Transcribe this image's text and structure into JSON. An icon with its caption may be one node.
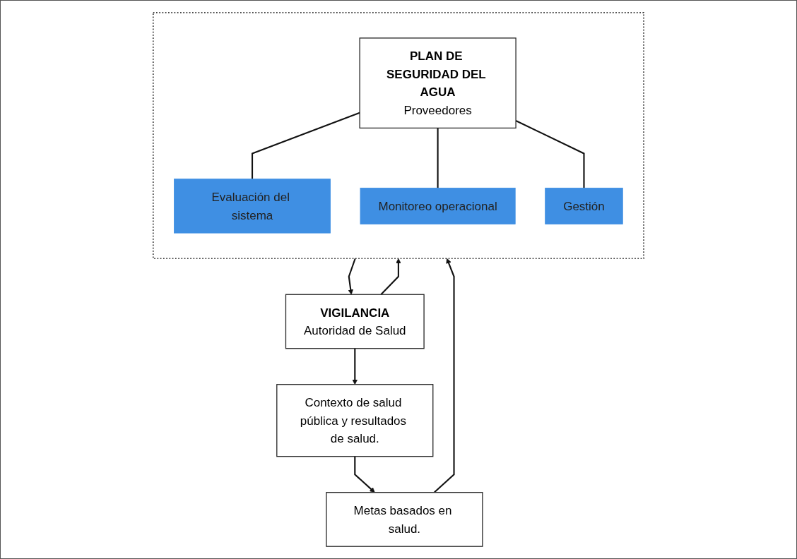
{
  "diagram": {
    "nodes": [
      {
        "text": [
          "Metas basados en salud."
        ]
      },
      {
        "text": [
          "Contexto de salud pública y resultados de salud."
        ]
      },
      {
        "text": [],
        "shape": "box"
      },
      {
        "text": [
          "PLAN DE SEGURIDAD DEL AGUA",
          "Proveedores"
        ],
        "in": 2
      },
      {
        "text": [
          "Evaluación del sistema"
        ],
        "in": 2
      },
      {
        "text": [
          "Monitoreo operacional"
        ],
        "in": 2
      },
      {
        "text": [
          "Gestión"
        ],
        "in": 2
      },
      {
        "text": [
          "VIGILANCIA",
          "Autoridad de Salud"
        ]
      }
    ],
    "edges": [
      {
        "from": 1,
        "to": 0,
        "arrow": "to"
      },
      {
        "from": 0,
        "to": 2,
        "arrow": "to"
      },
      {
        "from": 3,
        "to": 4,
        "arrow": "none"
      },
      {
        "from": 3,
        "to": 5,
        "arrow": "none"
      },
      {
        "from": 3,
        "to": 6,
        "arrow": "none"
      },
      {
        "from": 2,
        "to": 7,
        "arrow": "to"
      },
      {
        "from": 7,
        "to": 1,
        "arrow": "to"
      },
      {
        "from": 7,
        "to": 2,
        "arrow": "to"
      }
    ]
  }
}
